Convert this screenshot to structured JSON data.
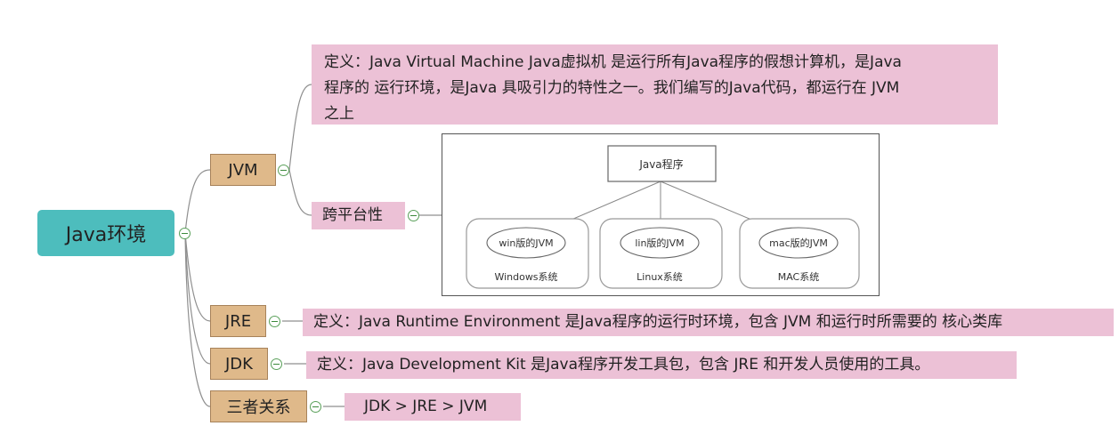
{
  "root": {
    "label": "Java环境"
  },
  "topics": {
    "jvm": {
      "label": "JVM",
      "definition": "定义：Java Virtual Machine  Java虚拟机 是运行所有Java程序的假想计算机，是Java程序的 运行环境，是Java 具吸引力的特性之一。我们编写的Java代码，都运行在 JVM之上",
      "definition_lines": [
        "定义：Java Virtual Machine  Java虚拟机 是运行所有Java程序的假想计算机，是Java",
        "程序的 运行环境，是Java 具吸引力的特性之一。我们编写的Java代码，都运行在 JVM",
        "之上"
      ],
      "cross_platform": "跨平台性"
    },
    "jre": {
      "label": "JRE",
      "definition": "定义：Java Runtime Environment  是Java程序的运行时环境，包含 JVM 和运行时所需要的 核心类库"
    },
    "jdk": {
      "label": "JDK",
      "definition": "定义：Java Development Kit 是Java程序开发工具包，包含 JRE 和开发人员使用的工具。"
    },
    "relation": {
      "label": "三者关系",
      "text": "JDK > JRE > JVM"
    }
  },
  "platform_diagram": {
    "program": "Java程序",
    "platforms": [
      {
        "jvm": "win版的JVM",
        "os": "Windows系统"
      },
      {
        "jvm": "lin版的JVM",
        "os": "Linux系统"
      },
      {
        "jvm": "mac版的JVM",
        "os": "MAC系统"
      }
    ]
  },
  "colors": {
    "root": "#4dbdbd",
    "topic": "#dfb98a",
    "leaf": "#ecc1d6",
    "connector": "#8f8f8f",
    "collapse": "#5aa05a"
  }
}
